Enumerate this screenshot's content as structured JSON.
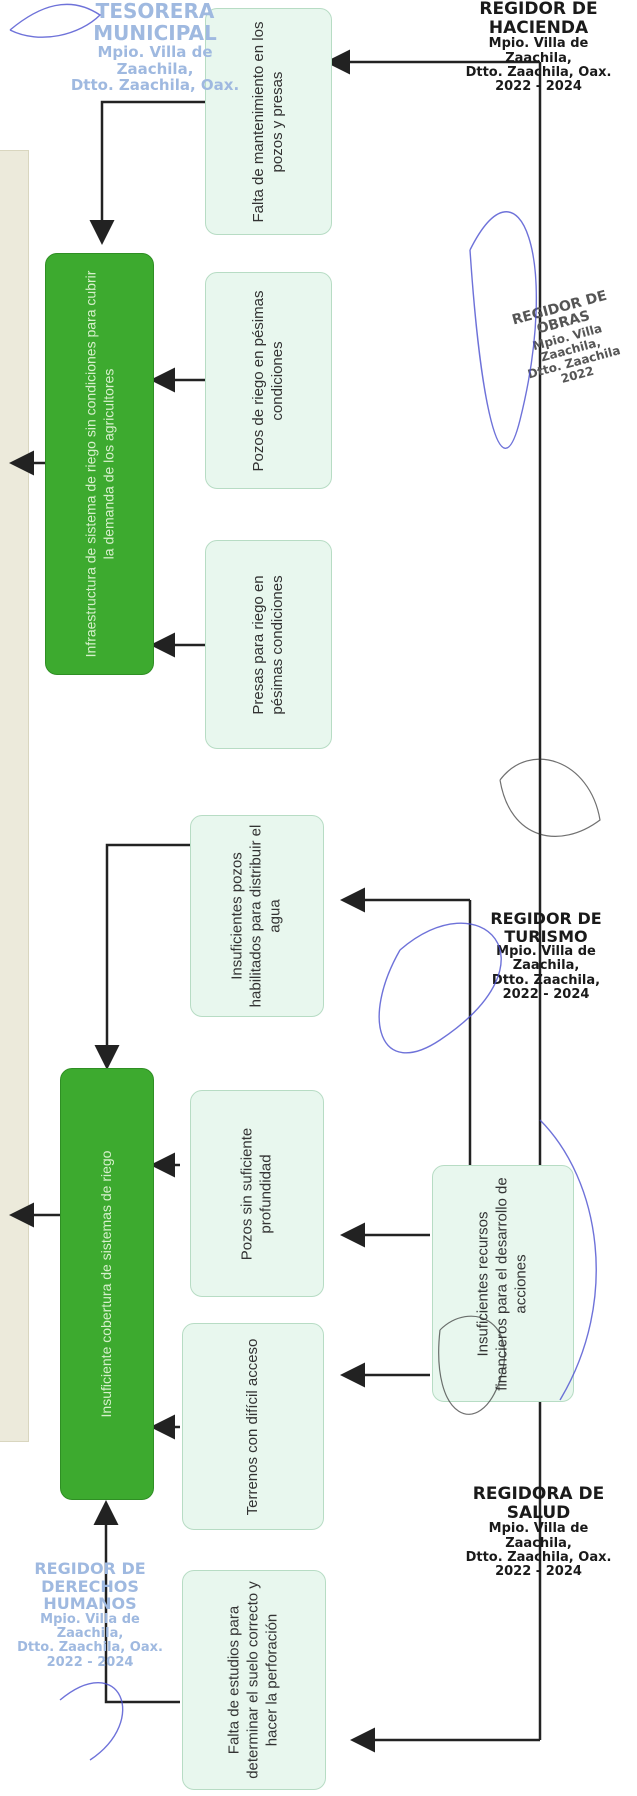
{
  "main_boxes": [
    {
      "id": "infraestructura",
      "text": "Infraestructura de sistema de riego sin condiciones para cubrir la demanda de los agricultores"
    },
    {
      "id": "cobertura",
      "text": "Insuficiente cobertura de sistemas de riego"
    }
  ],
  "cause_boxes": [
    {
      "id": "mantenimiento",
      "text": "Falta de mantenimiento en los pozos y presas"
    },
    {
      "id": "pozos_condiciones",
      "text": "Pozos de riego en pésimas condiciones"
    },
    {
      "id": "presas_condiciones",
      "text": "Presas para riego en pésimas condiciones"
    },
    {
      "id": "pozos_habilitados",
      "text": "Insuficientes pozos habilitados para distribuir el agua"
    },
    {
      "id": "pozos_profundidad",
      "text": "Pozos sin suficiente profundidad"
    },
    {
      "id": "terrenos",
      "text": "Terrenos con difícil acceso"
    },
    {
      "id": "estudios",
      "text": "Falta de estudios para determinar el suelo correcto y hacer la perforación"
    },
    {
      "id": "recursos",
      "text": "Insuficientes recursos financieros para el desarrollo de acciones"
    }
  ],
  "stamps": {
    "tesorera": {
      "title": "TESORERA MUNICIPAL",
      "lines": [
        "Mpio. Villa de",
        "Zaachila,",
        "Dtto. Zaachila, Oax."
      ]
    },
    "hacienda": {
      "title": "REGIDOR DE HACIENDA",
      "lines": [
        "Mpio. Villa de",
        "Zaachila,",
        "Dtto. Zaachila, Oax.",
        "2022 - 2024"
      ]
    },
    "obras": {
      "title": "REGIDOR DE OBRAS",
      "lines": [
        "Mpio. Villa",
        "Zaachila,",
        "Dtto. Zaachila",
        "2022"
      ]
    },
    "turismo": {
      "title": "REGIDOR DE TURISMO",
      "lines": [
        "Mpio. Villa de",
        "Zaachila,",
        "Dtto. Zaachila,",
        "2022 - 2024"
      ]
    },
    "salud": {
      "title": "REGIDORA DE SALUD",
      "lines": [
        "Mpio. Villa de",
        "Zaachila,",
        "Dtto. Zaachila, Oax.",
        "2022 - 2024"
      ]
    },
    "derechos": {
      "title": "REGIDOR DE DERECHOS HUMANOS",
      "lines": [
        "Mpio. Villa de",
        "Zaachila,",
        "Dtto. Zaachila, Oax.",
        "2022 - 2024"
      ]
    }
  },
  "colors": {
    "green": "#3daa2f",
    "light_box": "#e8f7ee",
    "stamp_blue": "#9fb9e0",
    "stamp_dark": "#1a1a1a",
    "signature": "#4a4fd0"
  }
}
